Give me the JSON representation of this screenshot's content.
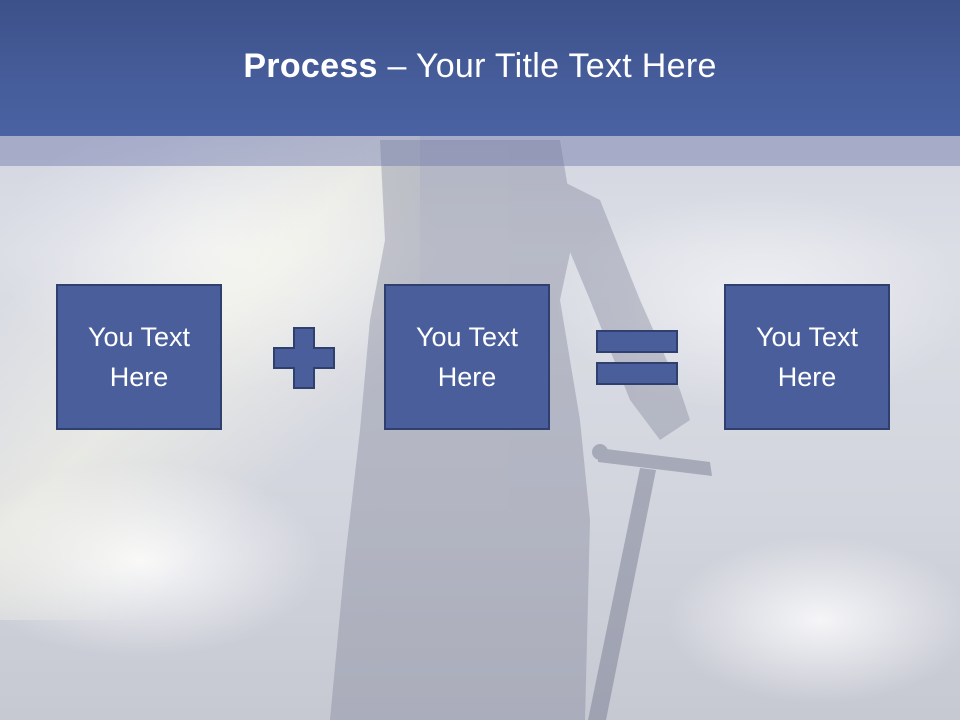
{
  "slide": {
    "title_bold": "Process",
    "title_rest": " – Your Title Text Here"
  },
  "process": {
    "box1": "You Text Here",
    "box2": "You Text Here",
    "box3": "You Text Here",
    "operator1_icon": "plus-icon",
    "operator2_icon": "equals-icon"
  },
  "colors": {
    "title_bar": "#465d9b",
    "box_fill": "#4a5e9c",
    "box_border": "#2f3f6e",
    "text": "#ffffff"
  }
}
